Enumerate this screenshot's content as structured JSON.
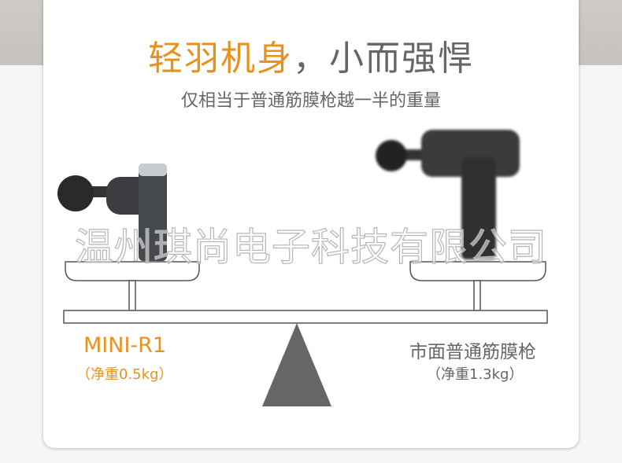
{
  "headline": {
    "highlight": "轻羽机身",
    "rest": "，小而强悍"
  },
  "subtitle": "仅相当于普通筋膜枪越一半的重量",
  "watermark": "温州琪尚电子科技有限公司",
  "left_product": {
    "name": "MINI-R1",
    "weight": "（净重0.5kg）"
  },
  "right_product": {
    "name": "市面普通筋膜枪",
    "weight": "（净重1.3kg）"
  },
  "colors": {
    "accent": "#e8921c",
    "text": "#666666",
    "scale": "#666666"
  }
}
